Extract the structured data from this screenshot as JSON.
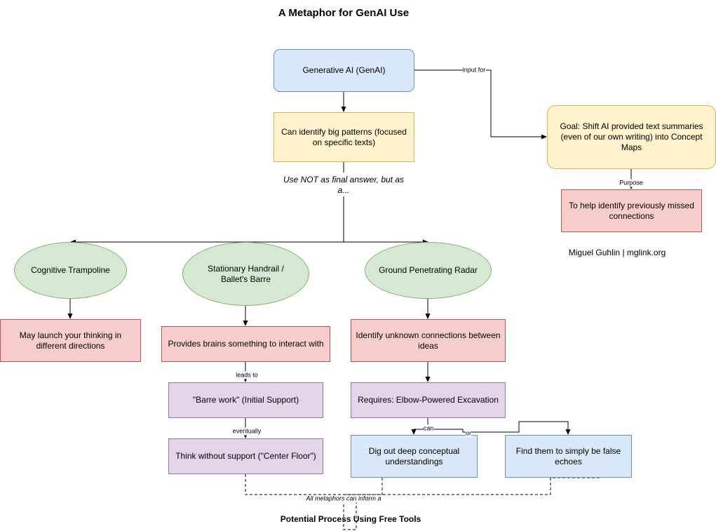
{
  "title": "A Metaphor for GenAI Use",
  "footer_title": "Potential Process Using Free Tools",
  "credit": "Miguel Guhlin | mglink.org",
  "nodes": {
    "genai": "Generative AI (GenAI)",
    "patterns": "Can identify big patterns (focused on specific texts)",
    "use_not": "Use NOT as final answer, but as a...",
    "goal": "Goal: Shift AI provided text summaries (even of our own writing) into Concept Maps",
    "missed": "To help identify previously missed connections",
    "trampoline": "Cognitive Trampoline",
    "handrail": "Stationary Handrail / Ballet's Barre",
    "radar": "Ground Penetrating Radar",
    "launch": "May launch your thinking in different directions",
    "brains": "Provides brains something to interact with",
    "unknown": "Identify unknown connections between ideas",
    "barre_work": "\"Barre work\" (Initial Support)",
    "requires": "Requires: Elbow-Powered Excavation",
    "think": "Think without support (\"Center Floor\")",
    "dig": "Dig out deep conceptual understandings",
    "echoes": "Find them to simply be false echoes"
  },
  "edge_labels": {
    "input_for": "input for",
    "purpose": "Purpose",
    "leads_to": "leads to",
    "eventually": "eventually",
    "can": "can",
    "or": "or",
    "all_metaphors": "All metaphors can inform a"
  }
}
